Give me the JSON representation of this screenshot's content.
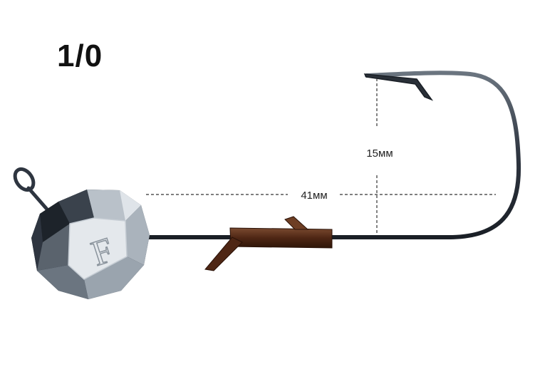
{
  "product": {
    "hook_size": "1/0",
    "head_logo": "F"
  },
  "dimensions": {
    "length_label": "41мм",
    "gap_label": "15мм"
  },
  "colors": {
    "hook_wire": "#2e3540",
    "head_dark": "#2a3038",
    "head_light": "#e4e8ec",
    "collar": "#5a2e1a",
    "dim_line": "#333333"
  }
}
